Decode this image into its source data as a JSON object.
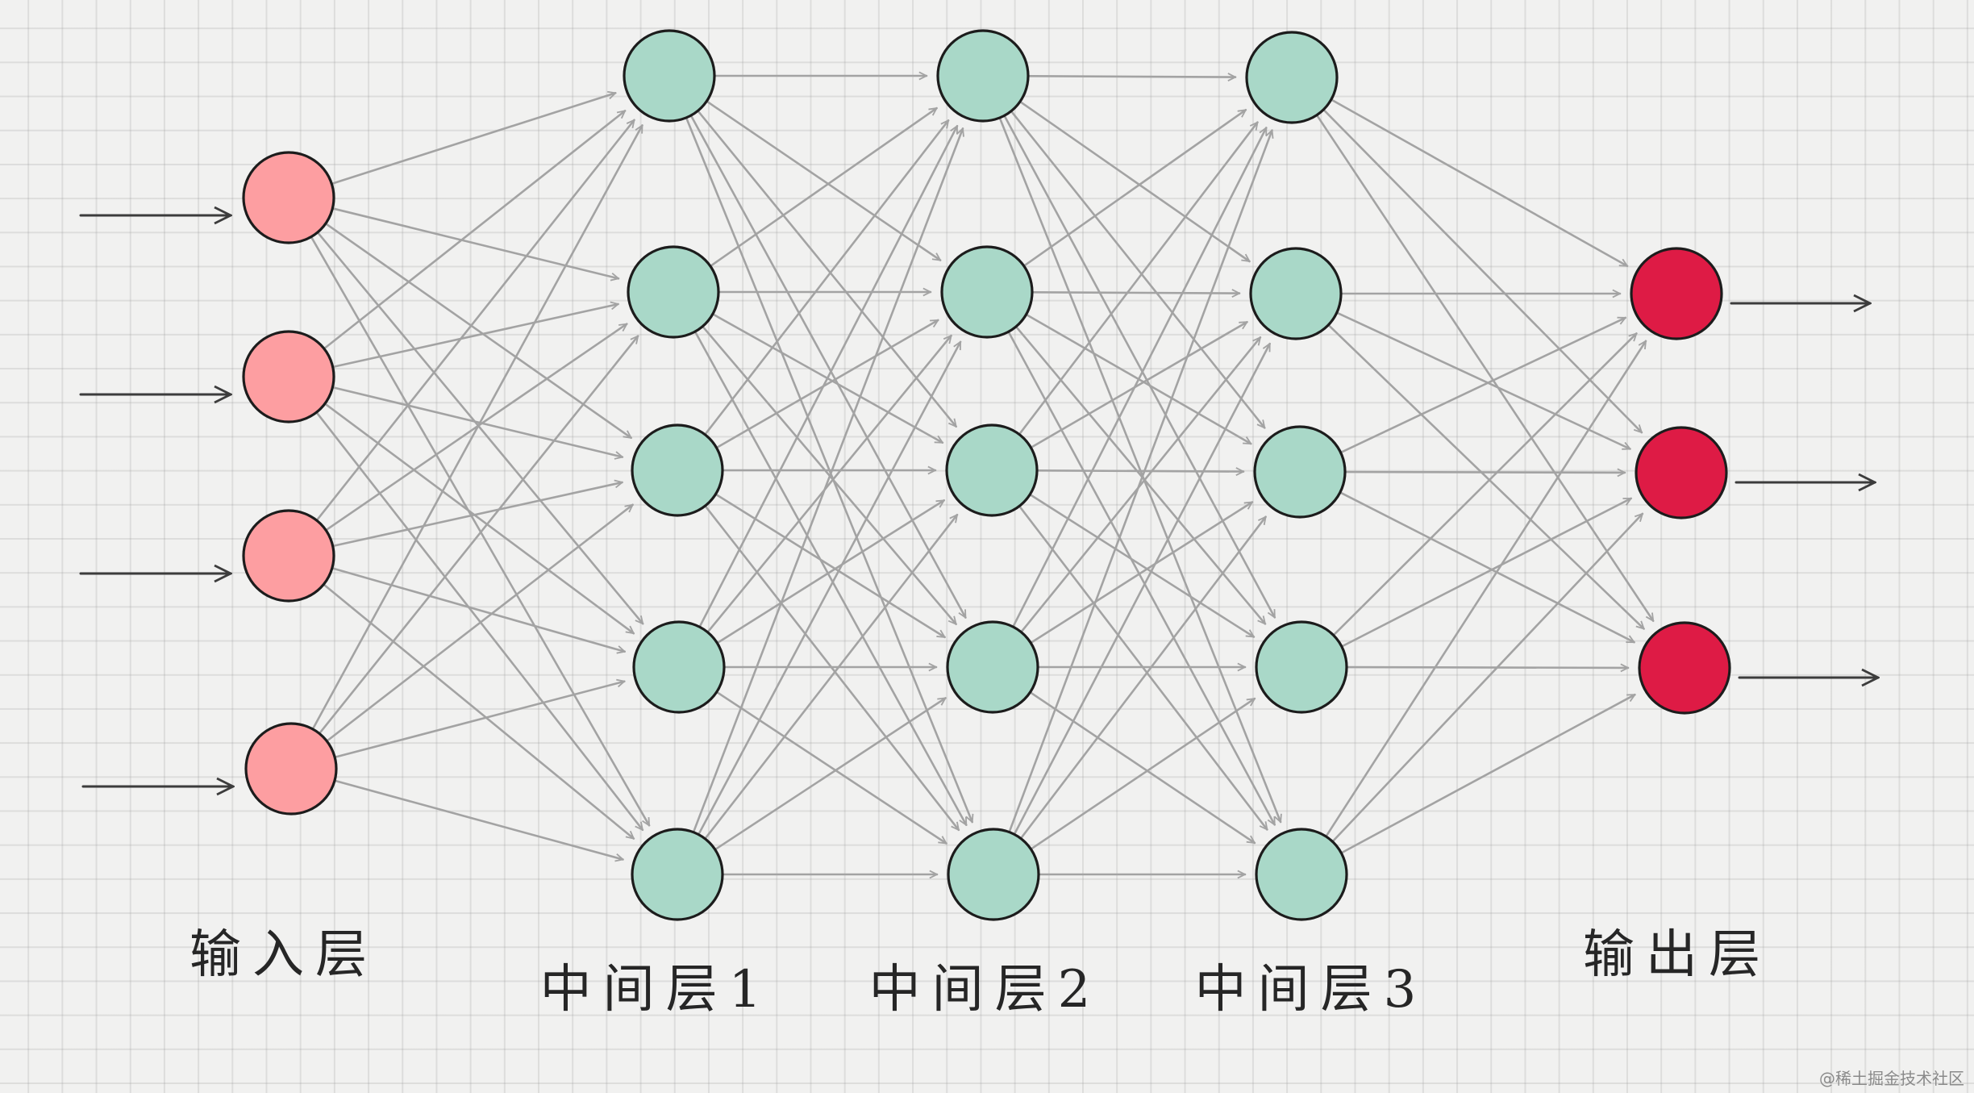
{
  "diagram": {
    "title": "",
    "layers": [
      {
        "label": "输入层",
        "role": "input",
        "count": 4
      },
      {
        "label": "中间层1",
        "role": "hidden",
        "count": 5
      },
      {
        "label": "中间层2",
        "role": "hidden",
        "count": 5
      },
      {
        "label": "中间层3",
        "role": "hidden",
        "count": 5
      },
      {
        "label": "输出层",
        "role": "output",
        "count": 3
      }
    ],
    "connections": "fully-connected",
    "colors": {
      "input_node": "#fd9ea1",
      "hidden_node": "#a9d8c8",
      "output_node": "#de1b45",
      "node_stroke": "#1c1c1c",
      "edge": "#a3a3a3",
      "io_arrow": "#3c3c3c"
    }
  },
  "watermark": "@稀土掘金技术社区"
}
